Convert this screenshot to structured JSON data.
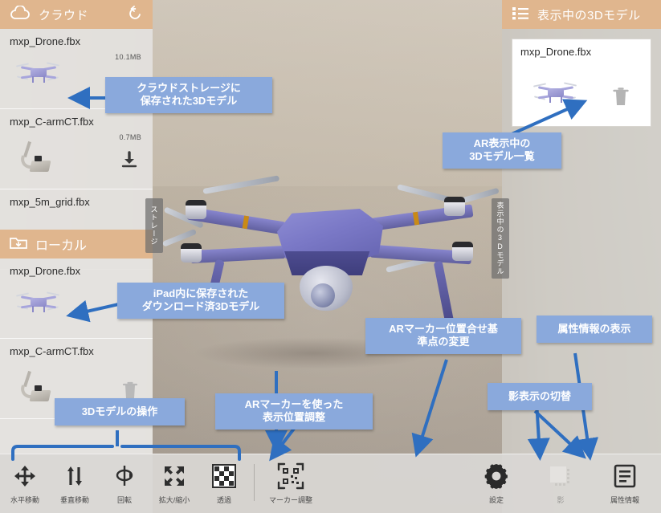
{
  "cloud_panel": {
    "header_title": "クラウド",
    "header_icon": "cloud-icon",
    "refresh_icon": "refresh-icon",
    "items": [
      {
        "name": "mxp_Drone.fbx",
        "size": "10.1MB",
        "action": "download-icon",
        "thumb": "drone"
      },
      {
        "name": "mxp_C-armCT.fbx",
        "size": "0.7MB",
        "action": "download-icon",
        "thumb": "carm"
      },
      {
        "name": "mxp_5m_grid.fbx",
        "size": "",
        "action": "",
        "thumb": "none"
      }
    ]
  },
  "local_panel": {
    "header_title": "ローカル",
    "header_icon": "folder-download-icon",
    "items": [
      {
        "name": "mxp_Drone.fbx",
        "size": "",
        "action": "",
        "thumb": "drone"
      },
      {
        "name": "mxp_C-armCT.fbx",
        "size": "",
        "action": "trash-icon",
        "thumb": "carm"
      }
    ]
  },
  "ar_panel": {
    "header_title": "表示中の3Dモデル",
    "header_icon": "list-icon",
    "items": [
      {
        "name": "mxp_Drone.fbx",
        "action": "trash-icon",
        "thumb": "drone"
      }
    ]
  },
  "vertical_tabs": {
    "storage": "ストレージ",
    "ar_models": "表示中の3Dモデル"
  },
  "toolbar": {
    "left_tools": [
      {
        "label": "水平移動",
        "icon": "move-horizontal-icon"
      },
      {
        "label": "垂直移動",
        "icon": "move-vertical-icon"
      },
      {
        "label": "回転",
        "icon": "rotate-icon"
      },
      {
        "label": "拡大/縮小",
        "icon": "scale-icon"
      },
      {
        "label": "透過",
        "icon": "transparency-checker-icon"
      },
      {
        "label": "マーカー調整",
        "icon": "qr-marker-icon"
      }
    ],
    "right_tools": [
      {
        "label": "設定",
        "icon": "gear-icon",
        "dim": false
      },
      {
        "label": "影",
        "icon": "shadow-icon",
        "dim": true
      },
      {
        "label": "属性情報",
        "icon": "document-lines-icon",
        "dim": false
      }
    ]
  },
  "callouts": [
    {
      "id": "cloud-storage",
      "text": "クラウドストレージに\n保存された3Dモデル"
    },
    {
      "id": "local-models",
      "text": "iPad内に保存された\nダウンロード済3Dモデル"
    },
    {
      "id": "ar-model-list",
      "text": "AR表示中の\n3Dモデル一覧"
    },
    {
      "id": "ar-marker-origin",
      "text": "ARマーカー位置合せ基\n準点の変更"
    },
    {
      "id": "attribute-info",
      "text": "属性情報の表示"
    },
    {
      "id": "shadow-toggle",
      "text": "影表示の切替"
    },
    {
      "id": "marker-position",
      "text": "ARマーカーを使った\n表示位置調整"
    },
    {
      "id": "model-operations",
      "text": "3Dモデルの操作"
    }
  ],
  "colors": {
    "panel_header": "#e0b68e",
    "callout_bg": "#8aa9dc",
    "arrow": "#2f6fc0",
    "model_purple": "#7a78c6"
  }
}
